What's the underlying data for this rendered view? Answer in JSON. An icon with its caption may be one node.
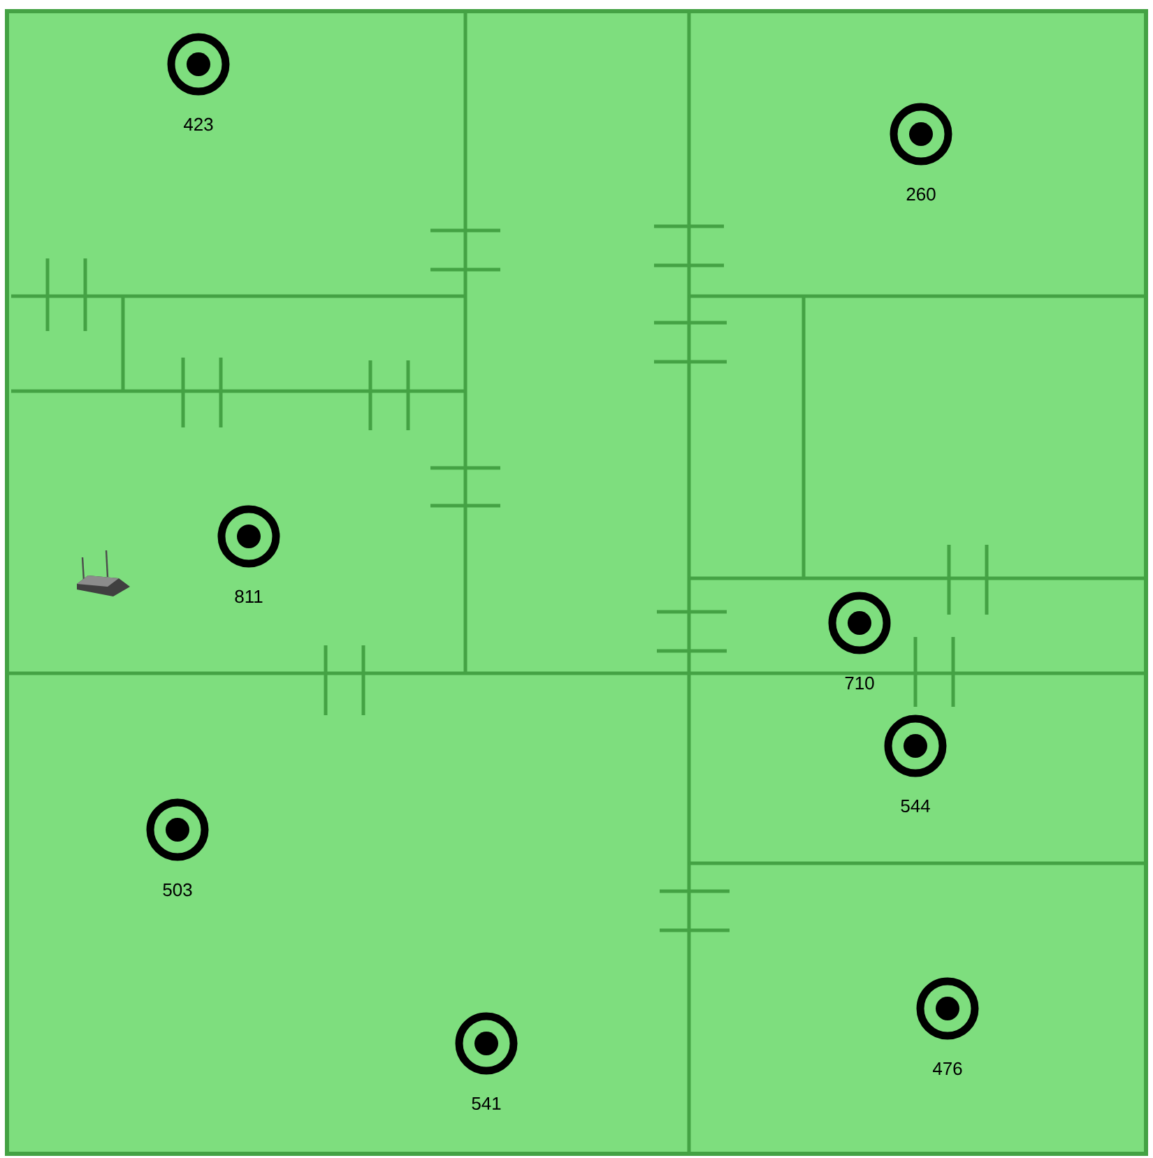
{
  "diagram": {
    "nodes": [
      {
        "text": [],
        "shape": "circle",
        "beside": [
          "423"
        ]
      },
      {
        "text": [],
        "shape": "circle",
        "beside": [
          "260"
        ]
      },
      {
        "text": [],
        "shape": "circle",
        "beside": [
          "811"
        ]
      },
      {
        "text": [],
        "shape": "circle",
        "beside": [
          "710"
        ]
      },
      {
        "text": [],
        "shape": "circle",
        "beside": [
          "544"
        ]
      },
      {
        "text": [],
        "shape": "circle",
        "beside": [
          "503"
        ]
      },
      {
        "text": [],
        "shape": "circle",
        "beside": [
          "541"
        ]
      },
      {
        "text": [],
        "shape": "circle",
        "beside": [
          "476"
        ]
      }
    ]
  }
}
